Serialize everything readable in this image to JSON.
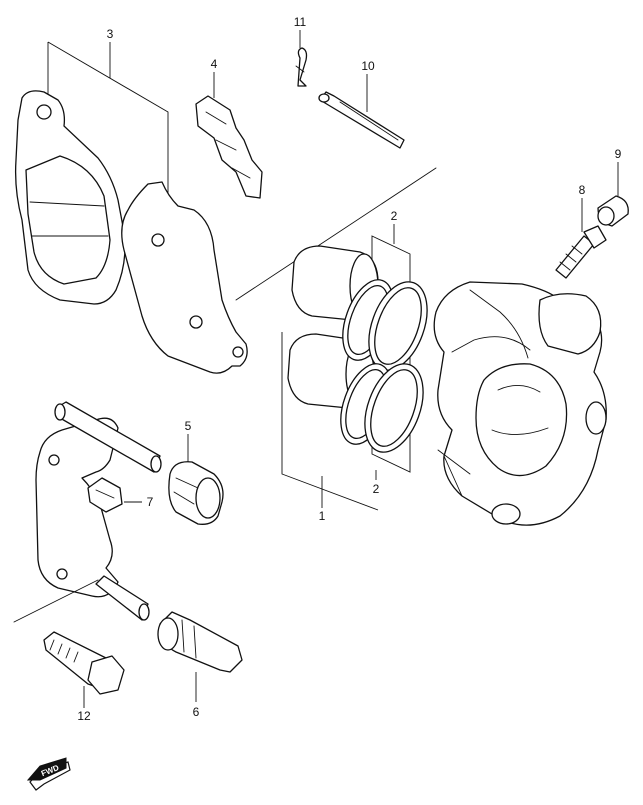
{
  "callouts": {
    "c1": "1",
    "c2a": "2",
    "c2b": "2",
    "c3": "3",
    "c4": "4",
    "c5": "5",
    "c6": "6",
    "c7": "7",
    "c8": "8",
    "c9": "9",
    "c10": "10",
    "c11": "11",
    "c12": "12"
  },
  "direction_badge": {
    "label": "FWD"
  }
}
